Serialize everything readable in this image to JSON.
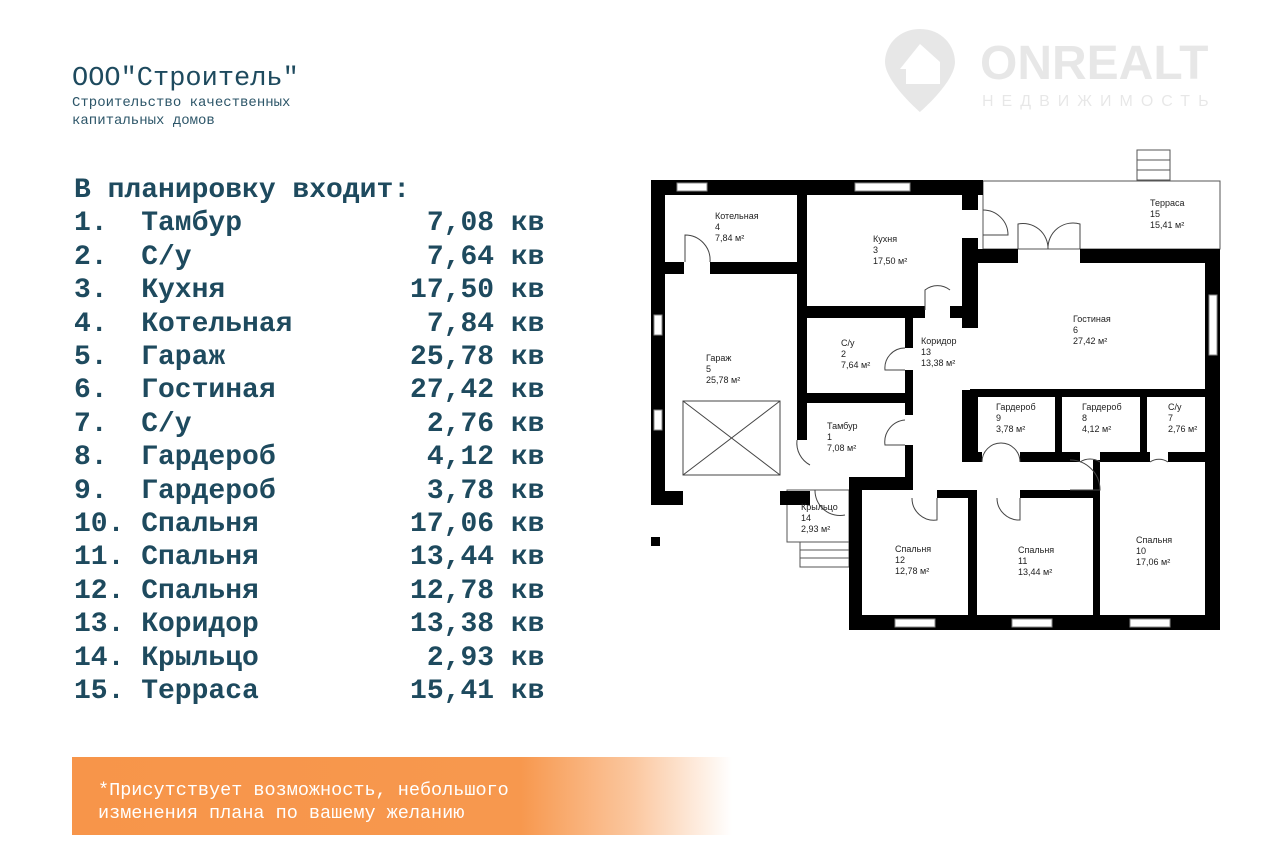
{
  "header": {
    "company_name": "ООО\"Строитель\"",
    "tagline_line1": "Строительство качественных",
    "tagline_line2": "капитальных домов"
  },
  "logo": {
    "brand": "ONREALT",
    "subtitle": "НЕДВИЖИМОСТЬ"
  },
  "list": {
    "title": "В планировку входит:",
    "items": [
      {
        "num": "1.",
        "name": "Тамбур",
        "value": "7,08 кв"
      },
      {
        "num": "2.",
        "name": "С/у",
        "value": "7,64 кв"
      },
      {
        "num": "3.",
        "name": "Кухня",
        "value": "17,50 кв"
      },
      {
        "num": "4.",
        "name": "Котельная",
        "value": "7,84 кв"
      },
      {
        "num": "5.",
        "name": "Гараж",
        "value": "25,78 кв"
      },
      {
        "num": "6.",
        "name": "Гостиная",
        "value": "27,42 кв"
      },
      {
        "num": "7.",
        "name": "С/у",
        "value": "2,76 кв"
      },
      {
        "num": "8.",
        "name": "Гардероб",
        "value": "4,12 кв"
      },
      {
        "num": "9.",
        "name": "Гардероб",
        "value": "3,78 кв"
      },
      {
        "num": "10.",
        "name": "Спальня",
        "value": "17,06 кв"
      },
      {
        "num": "11.",
        "name": "Спальня",
        "value": "13,44 кв"
      },
      {
        "num": "12.",
        "name": "Спальня",
        "value": "12,78 кв"
      },
      {
        "num": "13.",
        "name": "Коридор",
        "value": "13,38 кв"
      },
      {
        "num": "14.",
        "name": "Крыльцо",
        "value": "2,93 кв"
      },
      {
        "num": "15.",
        "name": "Терраса",
        "value": "15,41 кв"
      }
    ]
  },
  "plan": {
    "rooms": [
      {
        "name": "Котельная",
        "num": "4",
        "area": "7,84 м²"
      },
      {
        "name": "Кухня",
        "num": "3",
        "area": "17,50 м²"
      },
      {
        "name": "Терраса",
        "num": "15",
        "area": "15,41 м²"
      },
      {
        "name": "Гараж",
        "num": "5",
        "area": "25,78 м²"
      },
      {
        "name": "С/у",
        "num": "2",
        "area": "7,64 м²"
      },
      {
        "name": "Коридор",
        "num": "13",
        "area": "13,38 м²"
      },
      {
        "name": "Гостиная",
        "num": "6",
        "area": "27,42 м²"
      },
      {
        "name": "Тамбур",
        "num": "1",
        "area": "7,08 м²"
      },
      {
        "name": "Гардероб",
        "num": "9",
        "area": "3,78 м²"
      },
      {
        "name": "Гардероб",
        "num": "8",
        "area": "4,12 м²"
      },
      {
        "name": "С/у",
        "num": "7",
        "area": "2,76 м²"
      },
      {
        "name": "Крыльцо",
        "num": "14",
        "area": "2,93 м²"
      },
      {
        "name": "Спальня",
        "num": "12",
        "area": "12,78 м²"
      },
      {
        "name": "Спальня",
        "num": "11",
        "area": "13,44 м²"
      },
      {
        "name": "Спальня",
        "num": "10",
        "area": "17,06 м²"
      }
    ]
  },
  "banner": {
    "line1": "*Присутствует возможность, небольшого",
    "line2": "изменения плана по вашему желанию"
  }
}
